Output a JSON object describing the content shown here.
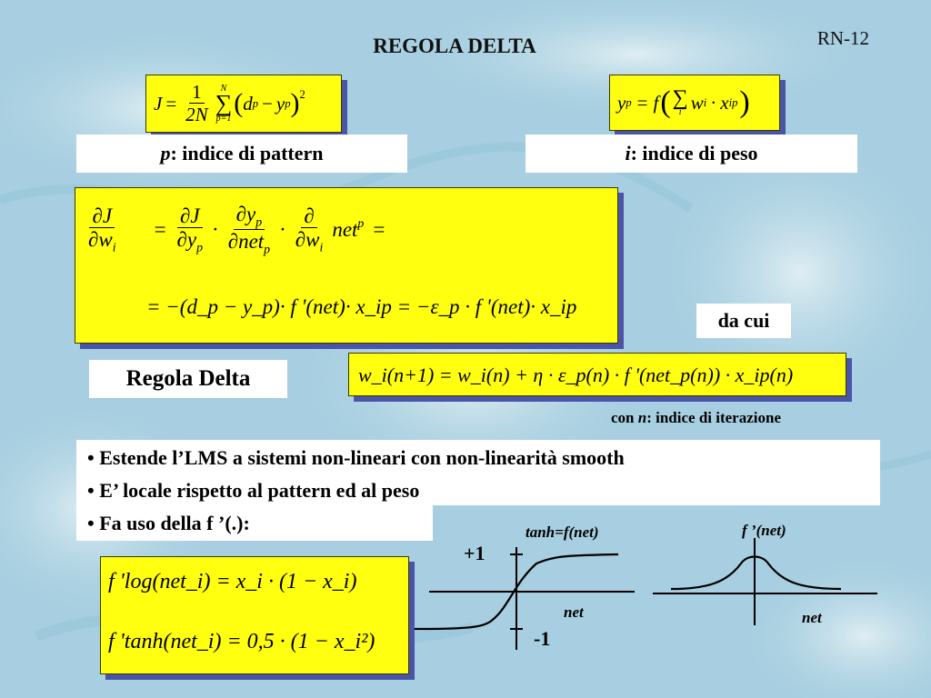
{
  "slide": {
    "title": "REGOLA DELTA",
    "code": "RN-12"
  },
  "formula_cost": {
    "lhs": "J",
    "eq": "=",
    "num": "1",
    "den": "2N",
    "sum_top": "N",
    "sum_bottom": "p=1",
    "d": "d",
    "d_sub": "p",
    "minus": "−",
    "y": "y",
    "y_sub": "p",
    "exp": "2"
  },
  "formula_output": {
    "y": "y",
    "y_sub": "p",
    "eq": "=",
    "f": "f",
    "sum_bottom": "i",
    "w": "w",
    "w_sub": "i",
    "dot": "·",
    "x": "x",
    "x_sub": "ip"
  },
  "labels": {
    "p_symbol": "p",
    "p_text": ": indice di pattern",
    "i_symbol": "i",
    "i_text": ": indice di peso",
    "da_cui": "da cui",
    "regola_delta": "Regola Delta",
    "con": "con ",
    "n_symbol": "n",
    "n_text": ": indice di iterazione"
  },
  "derivative": {
    "line1": {
      "d_J": "∂J",
      "d_wi": "∂w",
      "wi_sub": "i",
      "eq": "=",
      "dJ2": "∂J",
      "dyp": "∂y",
      "yp_sub": "p",
      "dyp2": "∂y",
      "yp2_sub": "p",
      "dnet": "∂net",
      "net_sub": "p",
      "d": "∂",
      "dw2": "∂w",
      "w2_sub": "i",
      "net": "net",
      "net_sub2": "p",
      "eq_end": "="
    },
    "line2": "= −(d_p − y_p)· f '(net)· x_ip = −ε_p · f '(net)· x_ip"
  },
  "update_rule": {
    "text": "w_i(n+1) = w_i(n) + η · ε_p(n) · f '(net_p(n)) · x_ip(n)"
  },
  "bullets": [
    "Estende l’LMS a sistemi non-lineari con non-linearità smooth",
    "E’ locale rispetto al pattern ed al peso",
    "Fa uso della f ’(.):"
  ],
  "bullet_symbol": "•",
  "derivatives_box": {
    "log": "f 'log(net_i) = x_i · (1 − x_i)",
    "tanh": "f 'tanh(net_i) = 0,5 · (1 − x_i²)"
  },
  "graph_tanh": {
    "title": "tanh=f(net)",
    "plus_one": "+1",
    "minus_one": "-1",
    "xlabel": "net"
  },
  "graph_deriv": {
    "title": "f ’(net)",
    "xlabel": "net"
  },
  "colors": {
    "yellow_box": "#ffff0f",
    "shadow": "#4a55a8",
    "background": "#a9cfe0"
  }
}
